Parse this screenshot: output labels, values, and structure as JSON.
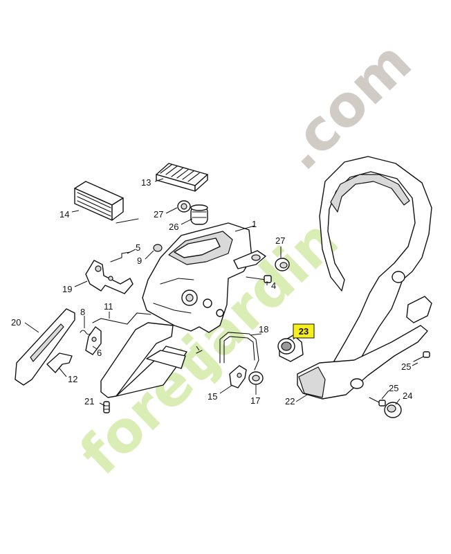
{
  "watermark": {
    "text": "foretjardin.com",
    "parts": [
      "foret",
      "jardin",
      ".com"
    ],
    "colors": {
      "green": "#d7ecb0",
      "grey": "#cfc9c3"
    }
  },
  "highlight": {
    "label": "23",
    "fill": "#f6ef1e"
  },
  "callouts": [
    "1",
    "4",
    "5",
    "6",
    "8",
    "9",
    "11",
    "12",
    "13",
    "14",
    "15",
    "17",
    "18",
    "19",
    "20",
    "21",
    "22",
    "24",
    "25",
    "25",
    "26",
    "27",
    "27",
    "23"
  ]
}
